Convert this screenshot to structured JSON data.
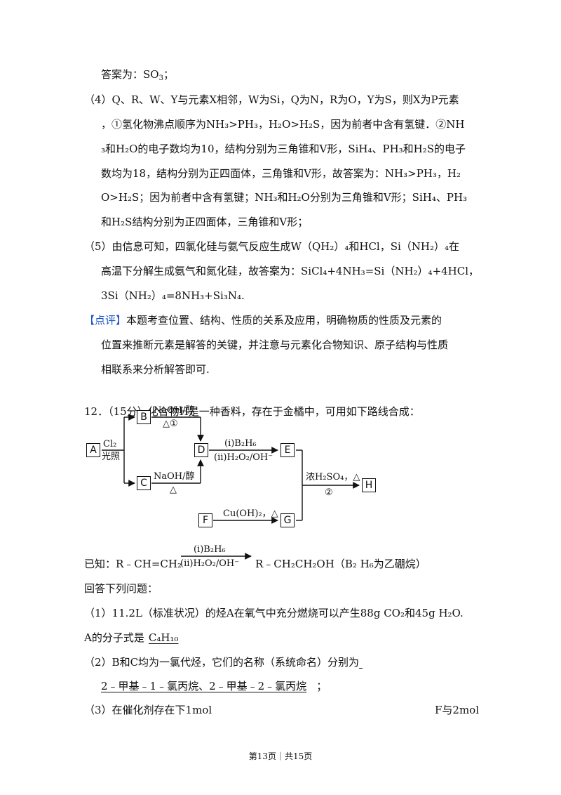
{
  "answer_intro": "答案为：",
  "so3": "SO",
  "q4": {
    "l1": "（4）Q、R、W、Y与元素X相邻，W为Si，Q为N，R为O，Y为S，则X为P元素",
    "l2": "，①氢化物沸点顺序为NH₃>PH₃，H₂O>H₂S，因为前者中含有氢键．②NH",
    "l3": "₃和H₂O的电子数均为10，结构分别为三角锥和V形，SiH₄、PH₃和H₂S的电子",
    "l4": "数均为18，结构分别为正四面体，三角锥和V形，故答案为：NH₃>PH₃，H₂",
    "l5": "O>H₂S；因为前者中含有氢键；NH₃和H₂O分别为三角锥和V形；SiH₄、PH₃",
    "l6": "和H₂S结构分别为正四面体，三角锥和V形；"
  },
  "q5": {
    "l1": "（5）由信息可知，四氯化硅与氨气反应生成W（QH₂）₄和HCl，Si（NH₂）₄在",
    "l2": "高温下分解生成氨气和氮化硅，故答案为：SiCl₄+4NH₃=Si（NH₂）₄+4HCl，",
    "l3": "3Si（NH₂）₄=8NH₃+Si₃N₄."
  },
  "comment": {
    "tag": "【点评】",
    "l1": "本题考查位置、结构、性质的关系及应用，明确物质的性质及元素的",
    "l2": "位置来推断元素是解答的关键，并注意与元素化合物知识、原子结构与性质",
    "l3": "相联系来分析解答即可."
  },
  "q12": {
    "header": "12．（15分）化合物H是一种香料，存在于金橘中，可用如下路线合成：",
    "diagram": {
      "boxes": {
        "A": "A",
        "B": "B",
        "C": "C",
        "D": "D",
        "E": "E",
        "F": "F",
        "G": "G",
        "H": "H"
      },
      "labels": {
        "a_top": "Cl₂",
        "a_bottom": "光照",
        "bd_top": "NaOH/醇",
        "bd_bottom": "△①",
        "cd_top": "NaOH/醇",
        "cd_bottom": "△",
        "de_top": "(ⅰ)B₂H₆",
        "de_bottom": "(ⅱ)H₂O₂/OH⁻",
        "eh_top": "浓H₂SO₄，△",
        "eh_bottom": "②",
        "fg_top": "Cu(OH)₂，△"
      }
    },
    "known": {
      "prefix": "已知：R﹣CH=CH₂",
      "arrow_top": "(ⅰ)B₂H₆",
      "arrow_bottom": "(ⅱ)H₂O₂/OH⁻",
      "suffix": "R﹣CH₂CH₂OH（B₂ H₆为乙硼烷）"
    },
    "answer_prompt": "回答下列问题：",
    "p1": {
      "l1": "（1）11.2L（标准状况）的烃A在氧气中充分燃烧可以产生88g CO₂和45g H₂O.",
      "l2_prefix": "A的分子式是",
      "l2_answer": "C₄H₁₀"
    },
    "p2": {
      "l1": "（2）B和C均为一氯代烃，它们的名称（系统命名）分别为",
      "l2_answer": "2﹣甲基﹣1﹣氯丙烷、2﹣甲基﹣2﹣氯丙烷",
      "l2_suffix": "；"
    },
    "p3": {
      "left": "（3）在催化剂存在下1mol",
      "right": "F与2mol"
    }
  },
  "footer": "第13页｜共15页"
}
